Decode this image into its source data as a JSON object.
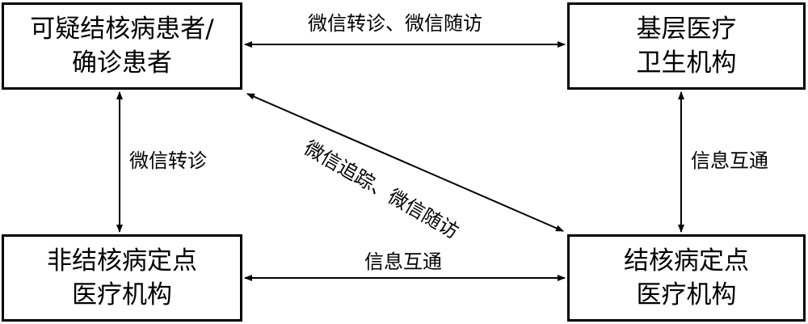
{
  "boxes": {
    "patient": {
      "line1": "可疑结核病患者/",
      "line2": "确诊患者"
    },
    "primary": {
      "line1": "基层医疗",
      "line2": "卫生机构"
    },
    "non_tb": {
      "line1": "非结核病定点",
      "line2": "医疗机构"
    },
    "tb": {
      "line1": "结核病定点",
      "line2": "医疗机构"
    }
  },
  "connections": {
    "top": "微信转诊、微信随访",
    "left": "微信转诊",
    "right": "信息互通",
    "bottom": "信息互通",
    "diagonal": "微信追踪、微信随访"
  }
}
